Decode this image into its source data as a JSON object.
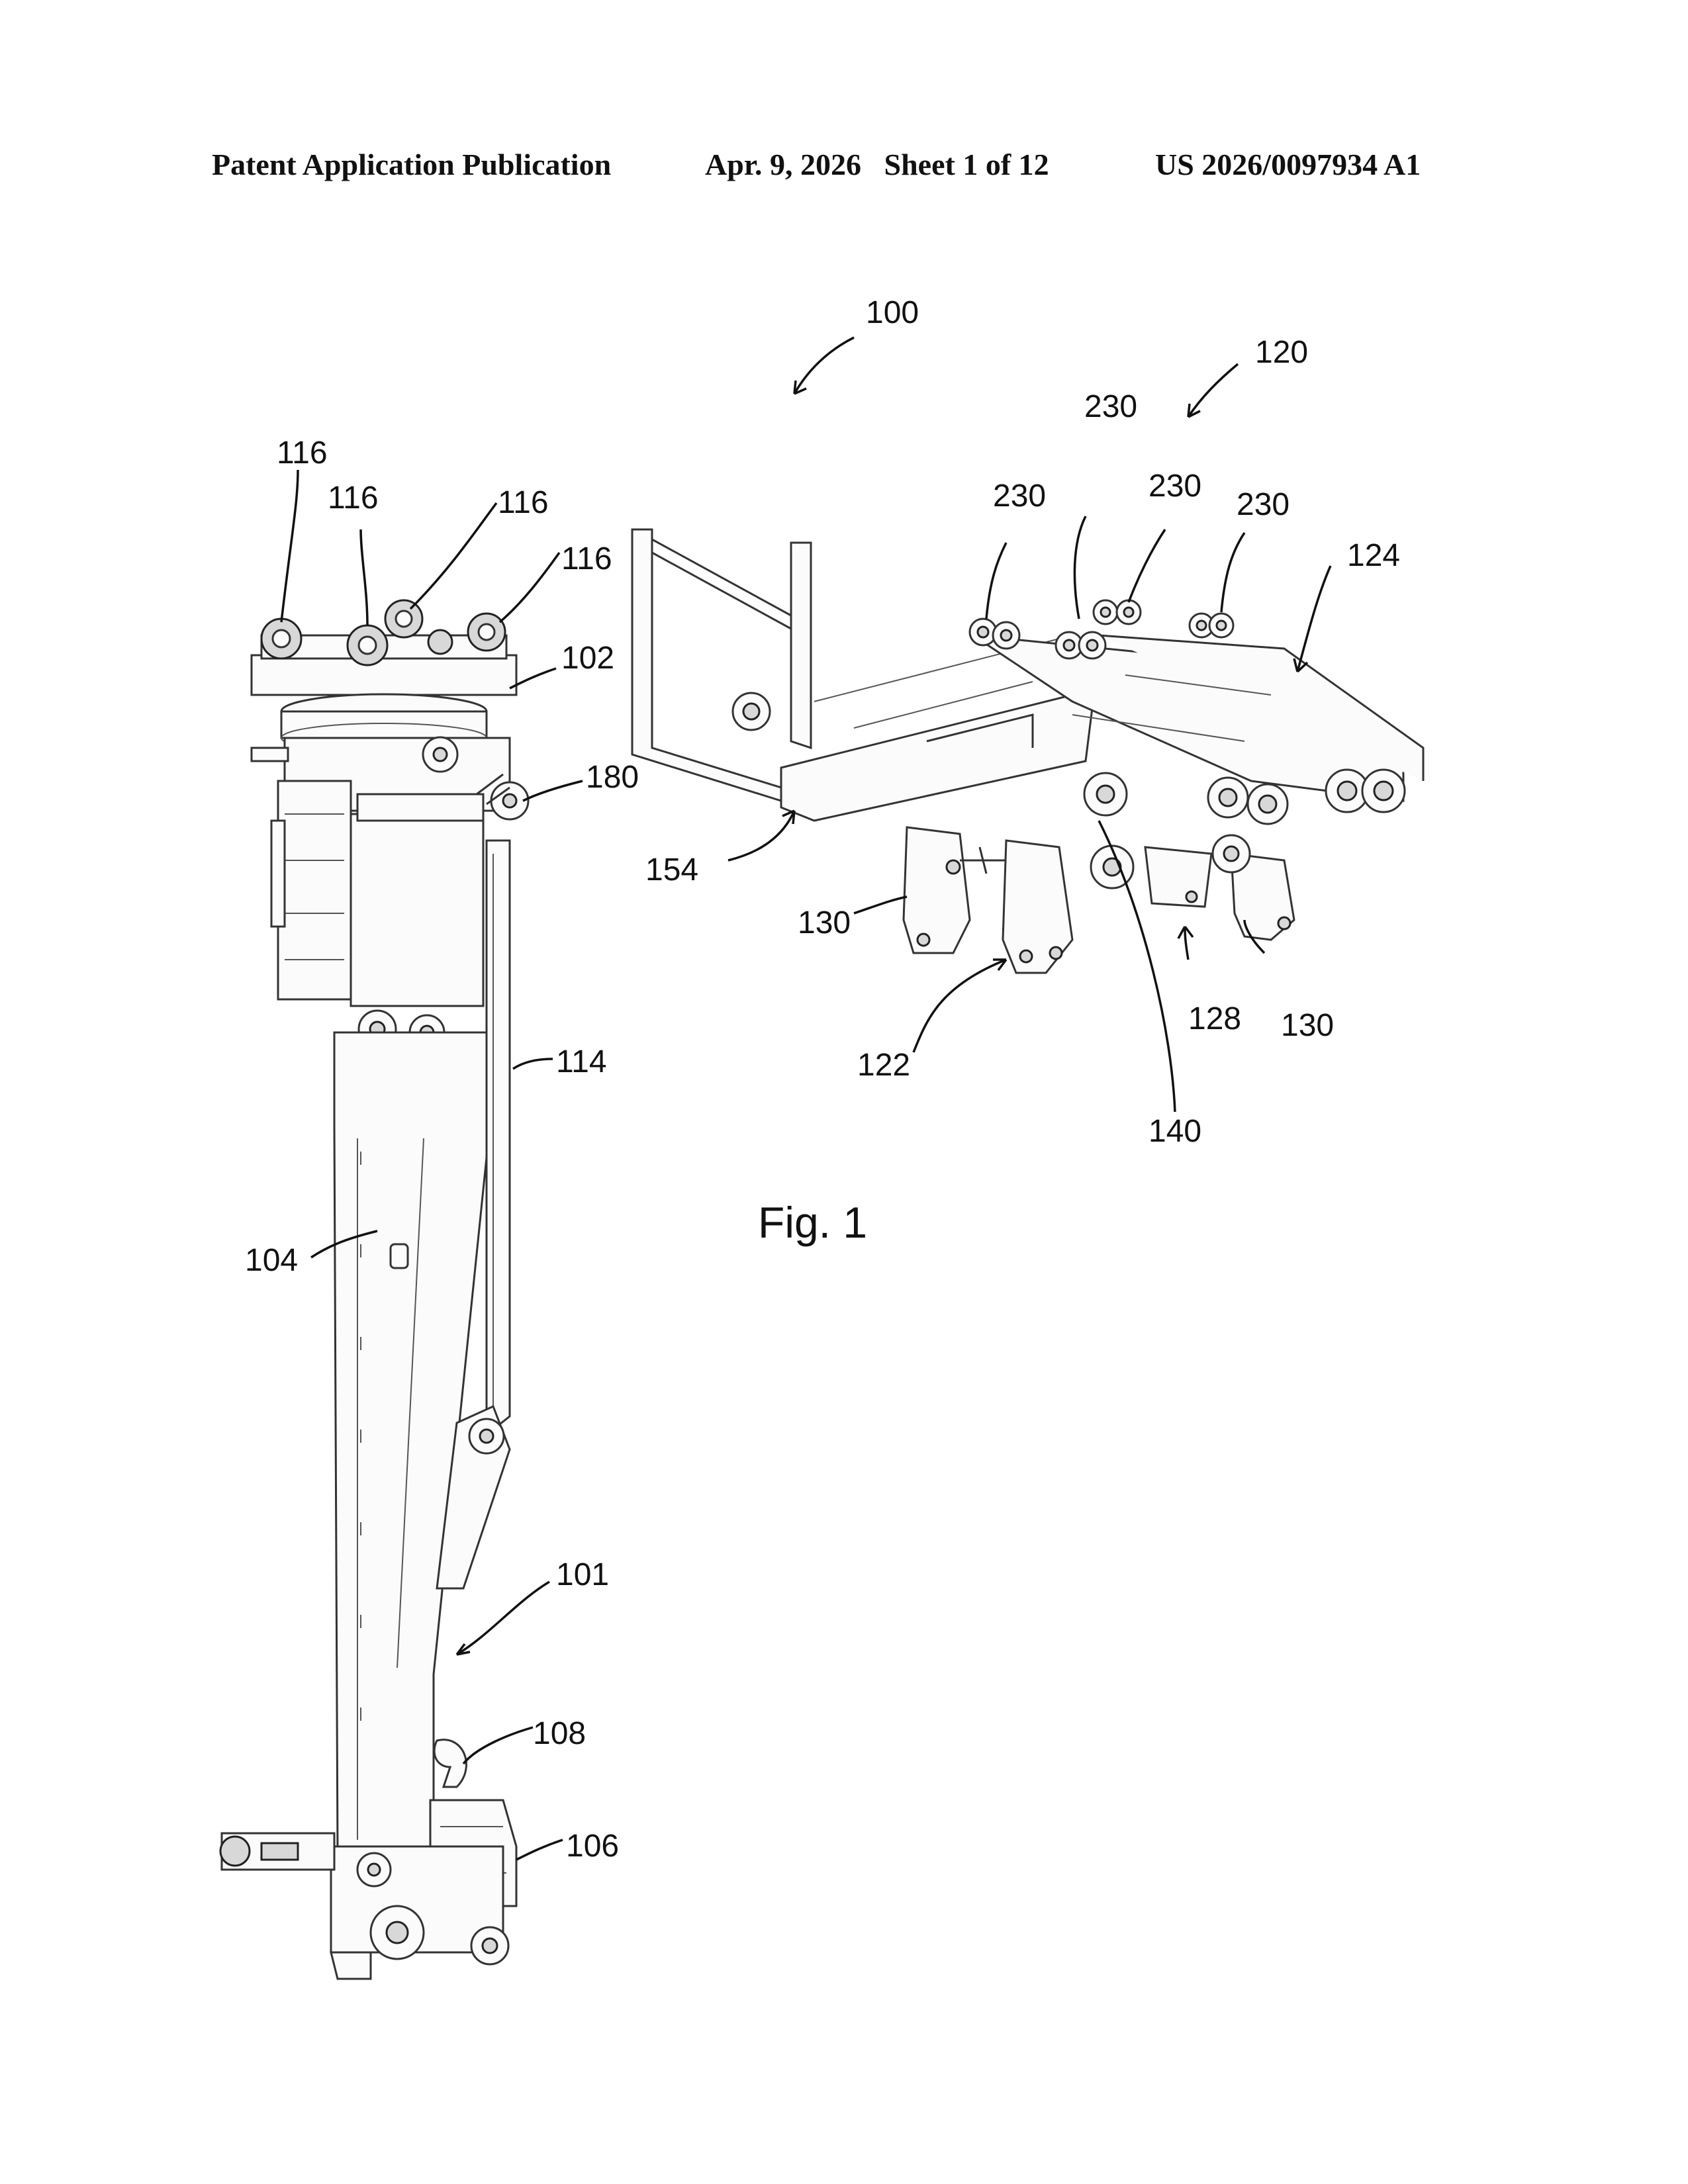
{
  "header": {
    "publication": "Patent Application Publication",
    "date_sheet": "Apr. 9, 2026   Sheet 1 of 12",
    "number": "US 2026/0097934 A1"
  },
  "figure": {
    "caption": "Fig. 1",
    "refs": {
      "r100": "100",
      "r120": "120",
      "r230a": "230",
      "r230b": "230",
      "r230c": "230",
      "r230d": "230",
      "r124": "124",
      "r116a": "116",
      "r116b": "116",
      "r116c": "116",
      "r116d": "116",
      "r102": "102",
      "r180": "180",
      "r154": "154",
      "r130a": "130",
      "r130b": "130",
      "r128": "128",
      "r122": "122",
      "r140": "140",
      "r114": "114",
      "r104": "104",
      "r101": "101",
      "r108": "108",
      "r106": "106"
    }
  }
}
